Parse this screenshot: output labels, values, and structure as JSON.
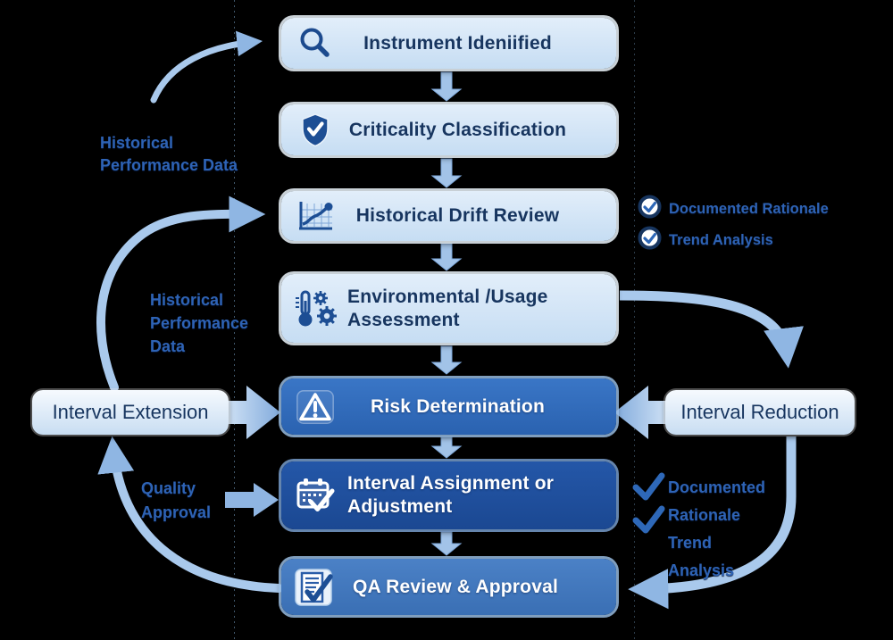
{
  "title": "Calibration interval management flow diagram",
  "colors": {
    "background": "#000000",
    "box_light": "#cfe2f5",
    "box_primary": "#2f6cbd",
    "box_dark": "#1f4f9e",
    "box_mid": "#4078bc",
    "arrow": "#a6c7ea",
    "label_text": "#2e63b5",
    "box_text_dark": "#17355f"
  },
  "steps": [
    {
      "label": "Instrument Ideniified",
      "icon": "magnifier-icon",
      "variant": "light"
    },
    {
      "label": "Criticality Classification",
      "icon": "shield-check-icon",
      "variant": "light"
    },
    {
      "label": "Historical Drift Review",
      "icon": "trend-chart-icon",
      "variant": "light"
    },
    {
      "label": "Environmental /Usage Assessment",
      "icon": "thermometer-gears-icon",
      "variant": "light"
    },
    {
      "label": "Risk Determination",
      "icon": "warning-triangle-icon",
      "variant": "primary"
    },
    {
      "label": "Interval Assignment or Adjustment",
      "icon": "calendar-check-icon",
      "variant": "dark"
    },
    {
      "label": "QA Review & Approval",
      "icon": "document-check-icon",
      "variant": "mid"
    }
  ],
  "left": {
    "historical_performance_top": "Historical Performance Data",
    "historical_performance_mid": "Historical Performance Data",
    "interval_extension": "Interval Extension",
    "quality_approval": "Quality Approval"
  },
  "right": {
    "documented_rationale_top": "Documented Rationale",
    "trend_analysis_top": "Trend Analysis",
    "interval_reduction": "Interval Reduction",
    "documented_rationale_bottom": "Documented Rationale",
    "trend_analysis_bottom": "Trend Analysis"
  }
}
